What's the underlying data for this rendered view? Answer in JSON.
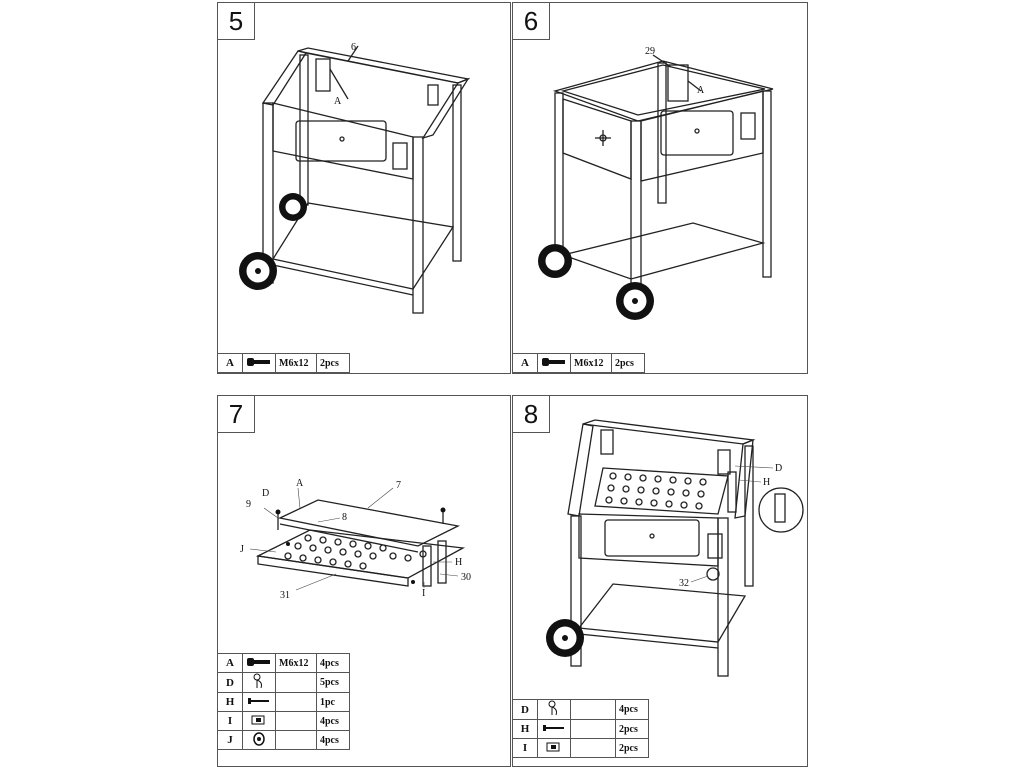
{
  "panels": [
    {
      "step": "5",
      "callouts": [
        "6",
        "A"
      ],
      "parts": [
        {
          "letter": "A",
          "icon": "screw-icon",
          "size": "M6x12",
          "qty": "2pcs"
        }
      ]
    },
    {
      "step": "6",
      "callouts": [
        "29",
        "A"
      ],
      "parts": [
        {
          "letter": "A",
          "icon": "screw-icon",
          "size": "M6x12",
          "qty": "2pcs"
        }
      ]
    },
    {
      "step": "7",
      "callouts": [
        "9",
        "D",
        "A",
        "7",
        "8",
        "J",
        "H",
        "30",
        "31",
        "I"
      ],
      "parts": [
        {
          "letter": "A",
          "icon": "screw-icon",
          "size": "M6x12",
          "qty": "4pcs"
        },
        {
          "letter": "D",
          "icon": "r-pin-icon",
          "size": "",
          "qty": "5pcs"
        },
        {
          "letter": "H",
          "icon": "pin-icon",
          "size": "",
          "qty": "1pc"
        },
        {
          "letter": "I",
          "icon": "clip-icon",
          "size": "",
          "qty": "4pcs"
        },
        {
          "letter": "J",
          "icon": "nut-icon",
          "size": "",
          "qty": "4pcs"
        }
      ]
    },
    {
      "step": "8",
      "callouts": [
        "D",
        "H",
        "32"
      ],
      "parts": [
        {
          "letter": "D",
          "icon": "r-pin-icon",
          "size": "",
          "qty": "4pcs"
        },
        {
          "letter": "H",
          "icon": "pin-icon",
          "size": "",
          "qty": "2pcs"
        },
        {
          "letter": "I",
          "icon": "clip-icon",
          "size": "",
          "qty": "2pcs"
        }
      ]
    }
  ]
}
